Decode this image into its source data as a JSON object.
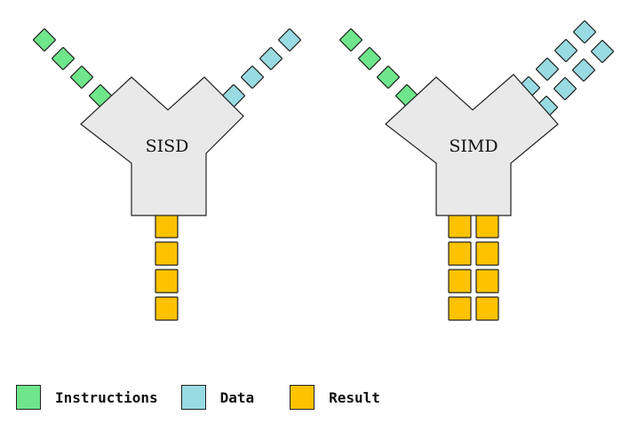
{
  "colors": {
    "instructions": "#6fe68b",
    "data": "#99dbe2",
    "result": "#fdc300",
    "funnel": "#e9e9e9",
    "stroke": "#222222"
  },
  "diagrams": [
    {
      "label": "SISD",
      "instruction_boxes": 4,
      "data_lanes": 1,
      "data_boxes_per_lane": 4,
      "result_columns": 1,
      "result_rows": 4
    },
    {
      "label": "SIMD",
      "instruction_boxes": 4,
      "data_lanes": 2,
      "data_boxes_per_lane": 4,
      "result_columns": 2,
      "result_rows": 4
    }
  ],
  "legend": [
    {
      "label": "Instructions",
      "color": "#6fe68b"
    },
    {
      "label": "Data",
      "color": "#99dbe2"
    },
    {
      "label": "Result",
      "color": "#fdc300"
    }
  ]
}
